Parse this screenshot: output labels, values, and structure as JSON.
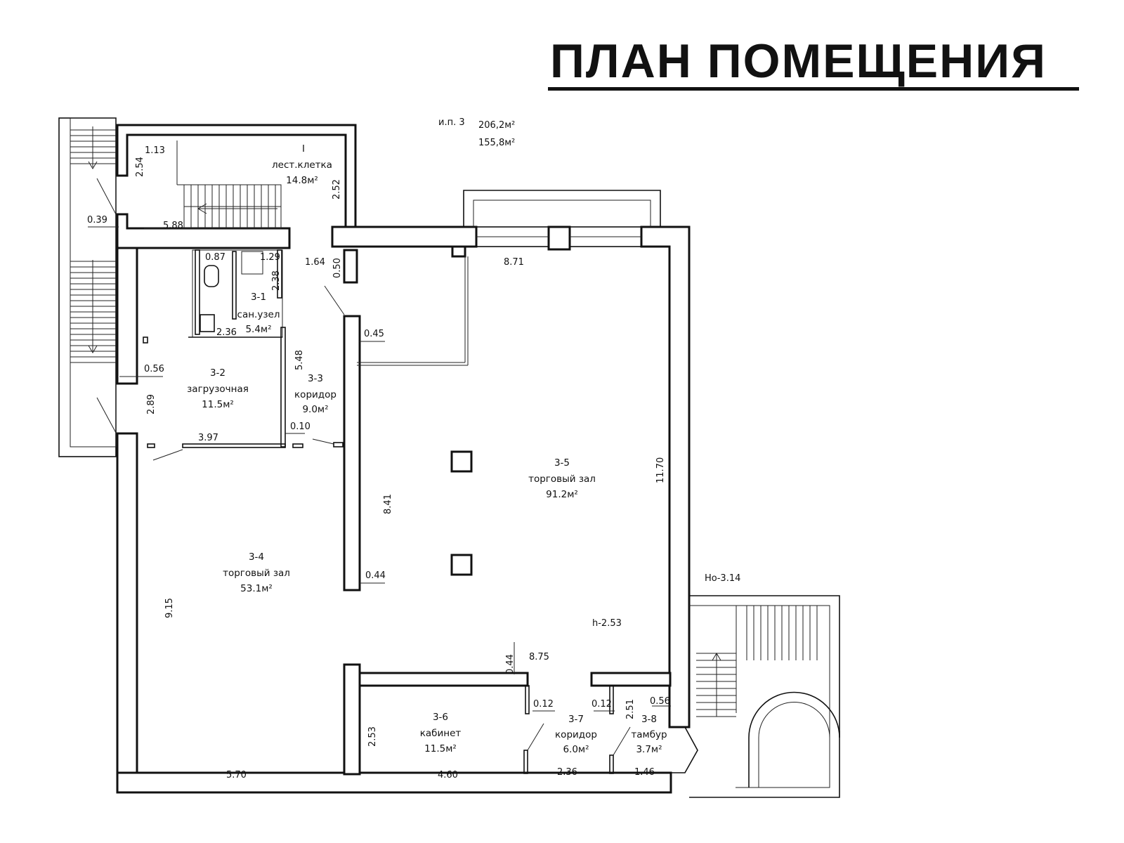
{
  "title": "ПЛАН ПОМЕЩЕНИЯ",
  "header": {
    "code": "и.п. 3",
    "area_total": "206,2м²",
    "area_useful": "155,8м²"
  },
  "rooms": [
    {
      "num": "I",
      "name": "лест.клетка",
      "area": "14.8м²"
    },
    {
      "num": "3-1",
      "name": "сан.узел",
      "area": "5.4м²"
    },
    {
      "num": "3-2",
      "name": "загрузочная",
      "area": "11.5м²"
    },
    {
      "num": "3-3",
      "name": "коридор",
      "area": "9.0м²"
    },
    {
      "num": "3-4",
      "name": "торговый зал",
      "area": "53.1м²"
    },
    {
      "num": "3-5",
      "name": "торговый зал",
      "area": "91.2м²"
    },
    {
      "num": "3-6",
      "name": "кабинет",
      "area": "11.5м²"
    },
    {
      "num": "3-7",
      "name": "коридор",
      "area": "6.0м²"
    },
    {
      "num": "3-8",
      "name": "тамбур",
      "area": "3.7м²"
    }
  ],
  "dimensions": {
    "d_1_13": "1.13",
    "d_2_54": "2.54",
    "d_2_52": "2.52",
    "d_0_39": "0.39",
    "d_5_88": "5.88",
    "d_0_87": "0.87",
    "d_1_29": "1.29",
    "d_2_38": "2.38",
    "d_1_64": "1.64",
    "d_0_50": "0.50",
    "d_8_71": "8.71",
    "d_0_45": "0.45",
    "d_2_36a": "2.36",
    "d_5_48": "5.48",
    "d_0_56a": "0.56",
    "d_2_89": "2.89",
    "d_3_97": "3.97",
    "d_0_10": "0.10",
    "d_11_70": "11.70",
    "d_8_41": "8.41",
    "d_0_44a": "0.44",
    "d_9_15": "9.15",
    "d_0_44b": "0.44",
    "d_8_75": "8.75",
    "d_0_12a": "0.12",
    "d_0_12b": "0.12",
    "d_2_51": "2.51",
    "d_0_56b": "0.56",
    "d_2_53": "2.53",
    "d_5_70": "5.70",
    "d_4_60": "4.60",
    "d_2_36b": "2.36",
    "d_1_46": "1.46"
  },
  "notes": {
    "height": "h-2.53",
    "ground_mark": "Но-3.14"
  }
}
